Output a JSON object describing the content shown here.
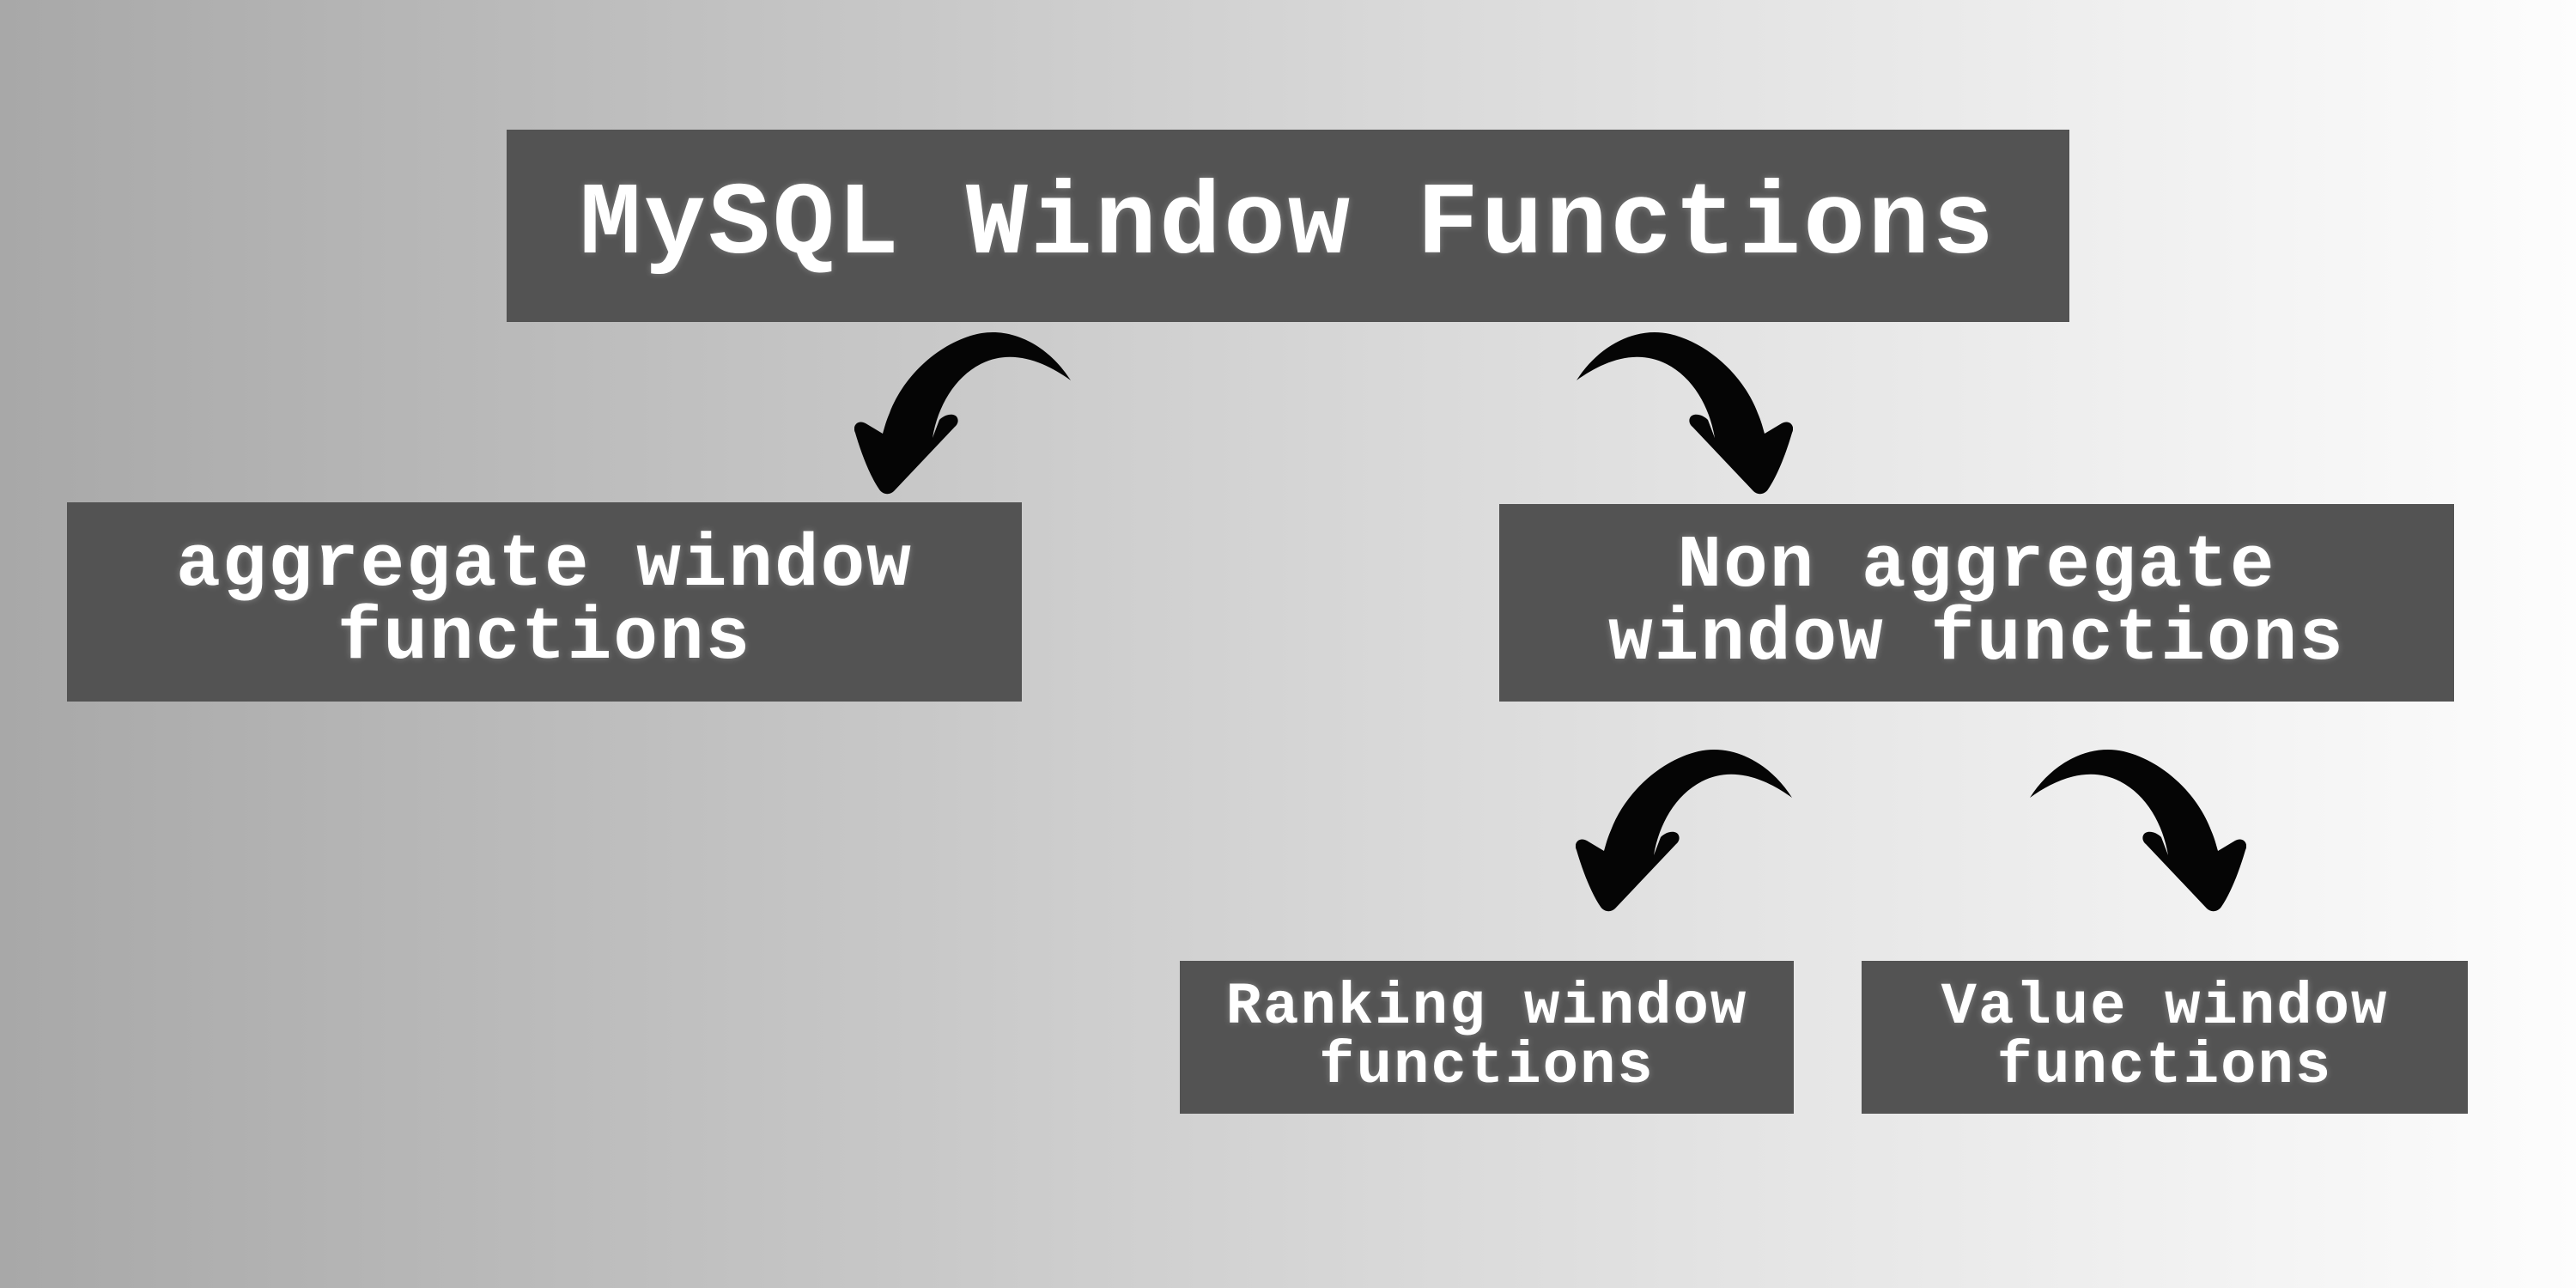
{
  "background": {
    "gradient_left": "#a8a8a8",
    "gradient_right": "#fdfdfd"
  },
  "palette": {
    "node_fill": "#535353",
    "node_text": "#ffffff",
    "arrow_color": "#050505"
  },
  "diagram": {
    "title": {
      "label": "MySQL Window Functions"
    },
    "nodes": {
      "aggregate": {
        "label": "aggregate window\nfunctions"
      },
      "non_aggregate": {
        "label": "Non aggregate\nwindow functions"
      },
      "ranking": {
        "label": "Ranking window\nfunctions"
      },
      "value": {
        "label": "Value window\nfunctions"
      }
    },
    "edges": [
      {
        "from": "MySQL Window Functions",
        "to": "aggregate window functions"
      },
      {
        "from": "MySQL Window Functions",
        "to": "Non aggregate window functions"
      },
      {
        "from": "Non aggregate window functions",
        "to": "Ranking window functions"
      },
      {
        "from": "Non aggregate window functions",
        "to": "Value window functions"
      }
    ]
  }
}
